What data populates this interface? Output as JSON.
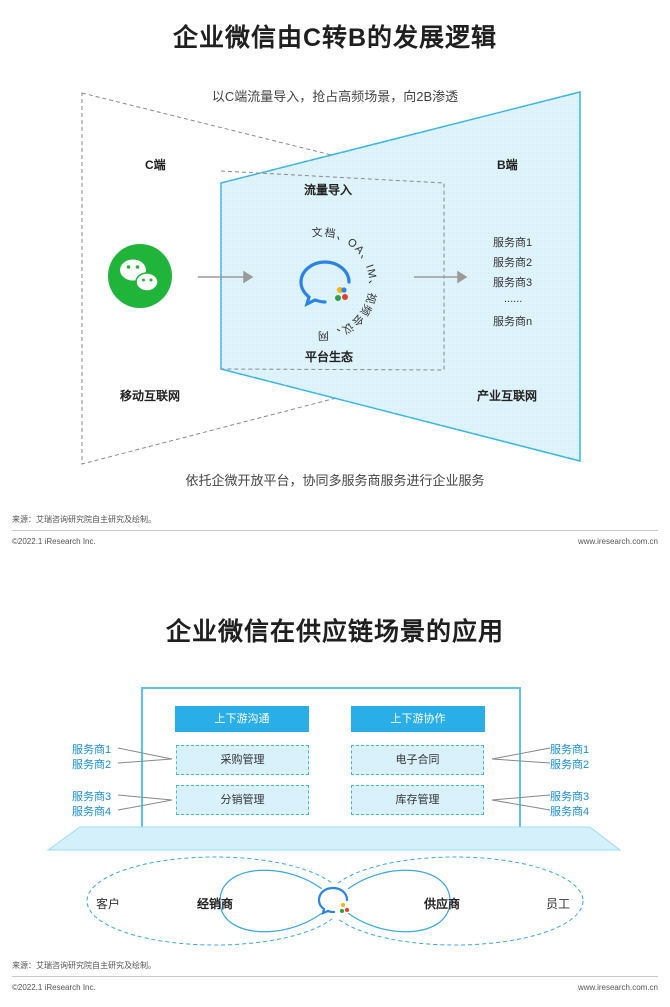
{
  "diagram1": {
    "title": "企业微信由C转B的发展逻辑",
    "subtitle": "以C端流量导入，抢占高频场景，向2B渗透",
    "c_end": "C端",
    "b_end": "B端",
    "traffic_in": "流量导入",
    "platform_eco": "平台生态",
    "mobile_internet": "移动互联网",
    "industrial_internet": "产业互联网",
    "ring_text": "文档、OA、IM、视频会议、网盘…",
    "providers": [
      "服务商1",
      "服务商2",
      "服务商3",
      "......",
      "服务商n"
    ],
    "bottom_text": "依托企微开放平台，协同多服务商服务进行企业服务",
    "source": "来源：艾瑞咨询研究院自主研究及绘制。",
    "copyright": "©2022.1 iResearch Inc.",
    "website": "www.iresearch.com.cn"
  },
  "diagram2": {
    "title": "企业微信在供应链场景的应用",
    "header_left": "上下游沟通",
    "header_right": "上下游协作",
    "box_purchase": "采购管理",
    "box_distribution": "分销管理",
    "box_contract": "电子合同",
    "box_inventory": "库存管理",
    "left_providers": [
      "服务商1",
      "服务商2",
      "服务商3",
      "服务商4"
    ],
    "right_providers": [
      "服务商1",
      "服务商2",
      "服务商3",
      "服务商4"
    ],
    "customer": "客户",
    "dealer": "经销商",
    "supplier": "供应商",
    "employee": "员工",
    "source": "来源：艾瑞咨询研究院自主研究及绘制。",
    "copyright": "©2022.1 iResearch Inc.",
    "website": "www.iresearch.com.cn"
  },
  "colors": {
    "accent": "#2aaee8",
    "wechat_green": "#21b43a",
    "panel_fill": "#dff3fb"
  }
}
